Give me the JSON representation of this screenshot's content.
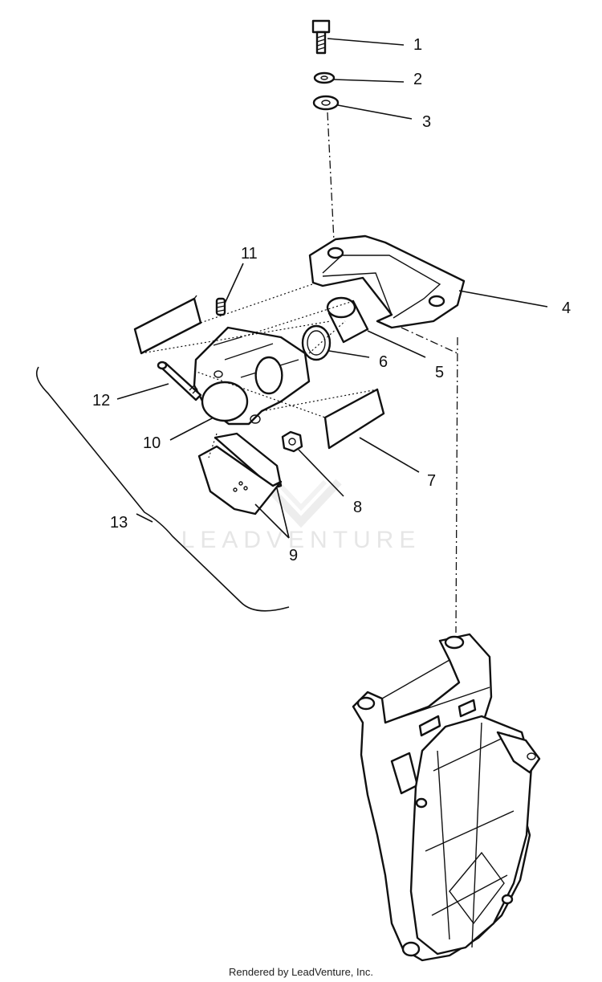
{
  "watermark": {
    "brand": "LEADVENTURE"
  },
  "callouts": {
    "c1": "1",
    "c2": "2",
    "c3": "3",
    "c4": "4",
    "c5": "5",
    "c6": "6",
    "c7": "7",
    "c8": "8",
    "c9": "9",
    "c10": "10",
    "c11": "11",
    "c12": "12",
    "c13": "13"
  },
  "footer": {
    "credit": "Rendered by LeadVenture, Inc."
  }
}
